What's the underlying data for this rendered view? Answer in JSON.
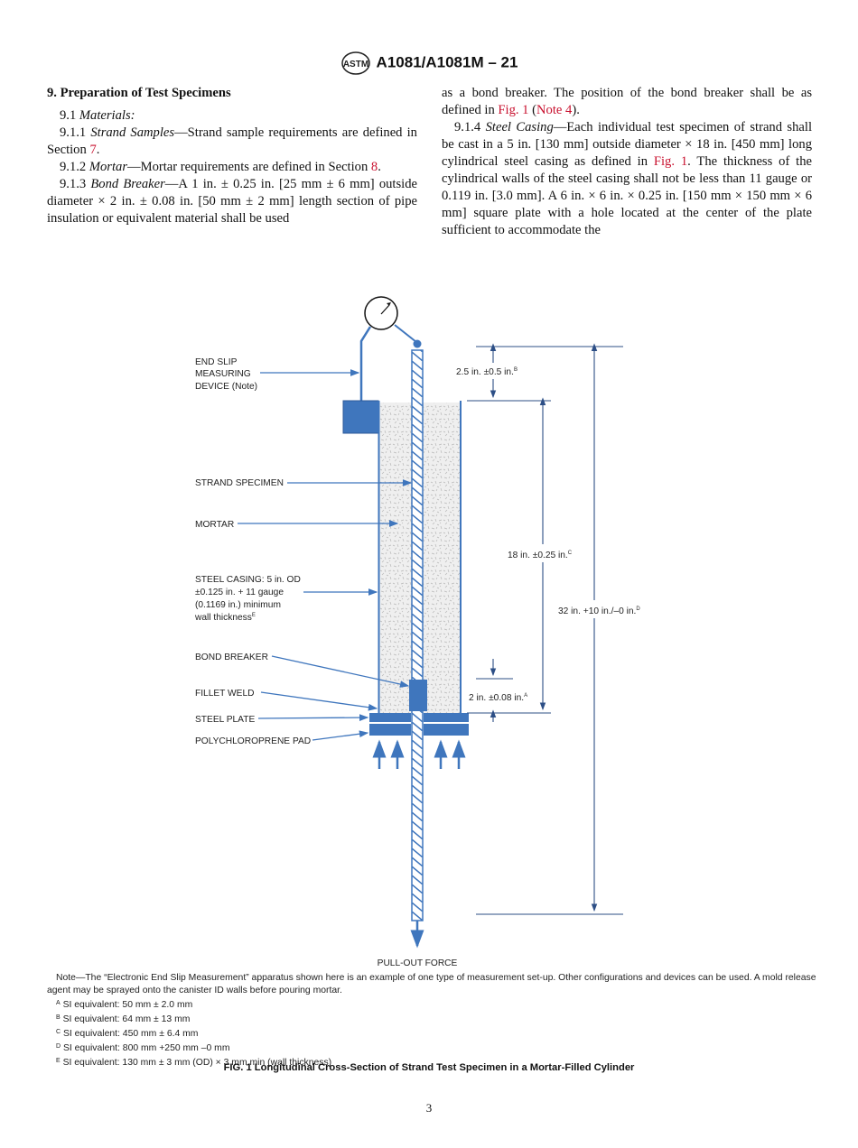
{
  "header": {
    "logo": "ASTM",
    "designation": "A1081/A1081M – 21"
  },
  "left_column": {
    "heading": "9. Preparation of Test Specimens",
    "p1": {
      "num": "9.1 ",
      "title": "Materials:"
    },
    "p2": {
      "num": "9.1.1 ",
      "title": "Strand Samples",
      "text": "—Strand sample requirements are defined in Section ",
      "link": "7",
      "end": "."
    },
    "p3": {
      "num": "9.1.2 ",
      "title": "Mortar",
      "text": "—Mortar requirements are defined in Section ",
      "link": "8",
      "end": "."
    },
    "p4": {
      "num": "9.1.3 ",
      "title": "Bond Breaker",
      "text": "—A 1 in. ± 0.25 in. [25 mm ± 6 mm] outside diameter × 2 in. ± 0.08 in. [50 mm ± 2 mm] length section of pipe insulation or equivalent material shall be used"
    }
  },
  "right_column": {
    "p1": {
      "text": "as a bond breaker. The position of the bond breaker shall be as defined in ",
      "link1": "Fig. 1",
      "mid": " (",
      "link2": "Note 4",
      "end": ")."
    },
    "p2": {
      "num": "9.1.4 ",
      "title": "Steel Casing",
      "text": "—Each individual test specimen of strand shall be cast in a 5 in. [130 mm] outside diameter × 18 in. [450 mm] long cylindrical steel casing as defined in ",
      "link": "Fig. 1",
      "text2": ". The thickness of the cylindrical walls of the steel casing shall not be less than 11 gauge or 0.119 in. [3.0 mm]. A 6 in. × 6 in. × 0.25 in. [150 mm × 150 mm × 6 mm] square plate with a hole located at the center of the plate sufficient to accommodate the"
    }
  },
  "figure": {
    "labels": {
      "end_slip": [
        "END SLIP",
        "MEASURING",
        "DEVICE (Note)"
      ],
      "strand": "STRAND SPECIMEN",
      "mortar": "MORTAR",
      "casing": [
        "STEEL CASING: 5 in. OD",
        "±0.125 in. + 11 gauge",
        "(0.1169 in.) minimum",
        "wall thickness"
      ],
      "casing_sup": "E",
      "bond_breaker": "BOND BREAKER",
      "fillet_weld": "FILLET WELD",
      "steel_plate": "STEEL PLATE",
      "pad": "POLYCHLOROPRENE PAD",
      "pull_out": "PULL-OUT FORCE"
    },
    "dimensions": {
      "d1": {
        "text": "2.5 in. ±0.5 in.",
        "sup": "B"
      },
      "d2": {
        "text": "18 in. ±0.25 in.",
        "sup": "C"
      },
      "d3": {
        "text": "32 in. +10 in./–0 in.",
        "sup": "D"
      },
      "d4": {
        "text": "2 in. ±0.08 in.",
        "sup": "A"
      }
    },
    "colors": {
      "blue": "#3f76bd",
      "mortar": "#e6e6e6"
    }
  },
  "notes": {
    "note": "Note—The “Electronic End Slip Measurement” apparatus shown here is an example of one type of measurement set-up. Other configurations and devices can be used. A mold release agent may be sprayed onto the canister ID walls before pouring mortar.",
    "footnotes": [
      {
        "mark": "A",
        "text": "SI equivalent: 50 mm ± 2.0 mm"
      },
      {
        "mark": "B",
        "text": "SI equivalent: 64 mm ± 13 mm"
      },
      {
        "mark": "C",
        "text": "SI equivalent: 450 mm ± 6.4 mm"
      },
      {
        "mark": "D",
        "text": "SI equivalent: 800 mm +250 mm –0 mm"
      },
      {
        "mark": "E",
        "text": "SI equivalent: 130 mm ± 3 mm (OD) × 3 mm min (wall thickness)"
      }
    ]
  },
  "caption": "FIG. 1 Longitudinal Cross-Section of Strand Test Specimen in a Mortar-Filled Cylinder",
  "page_number": "3"
}
